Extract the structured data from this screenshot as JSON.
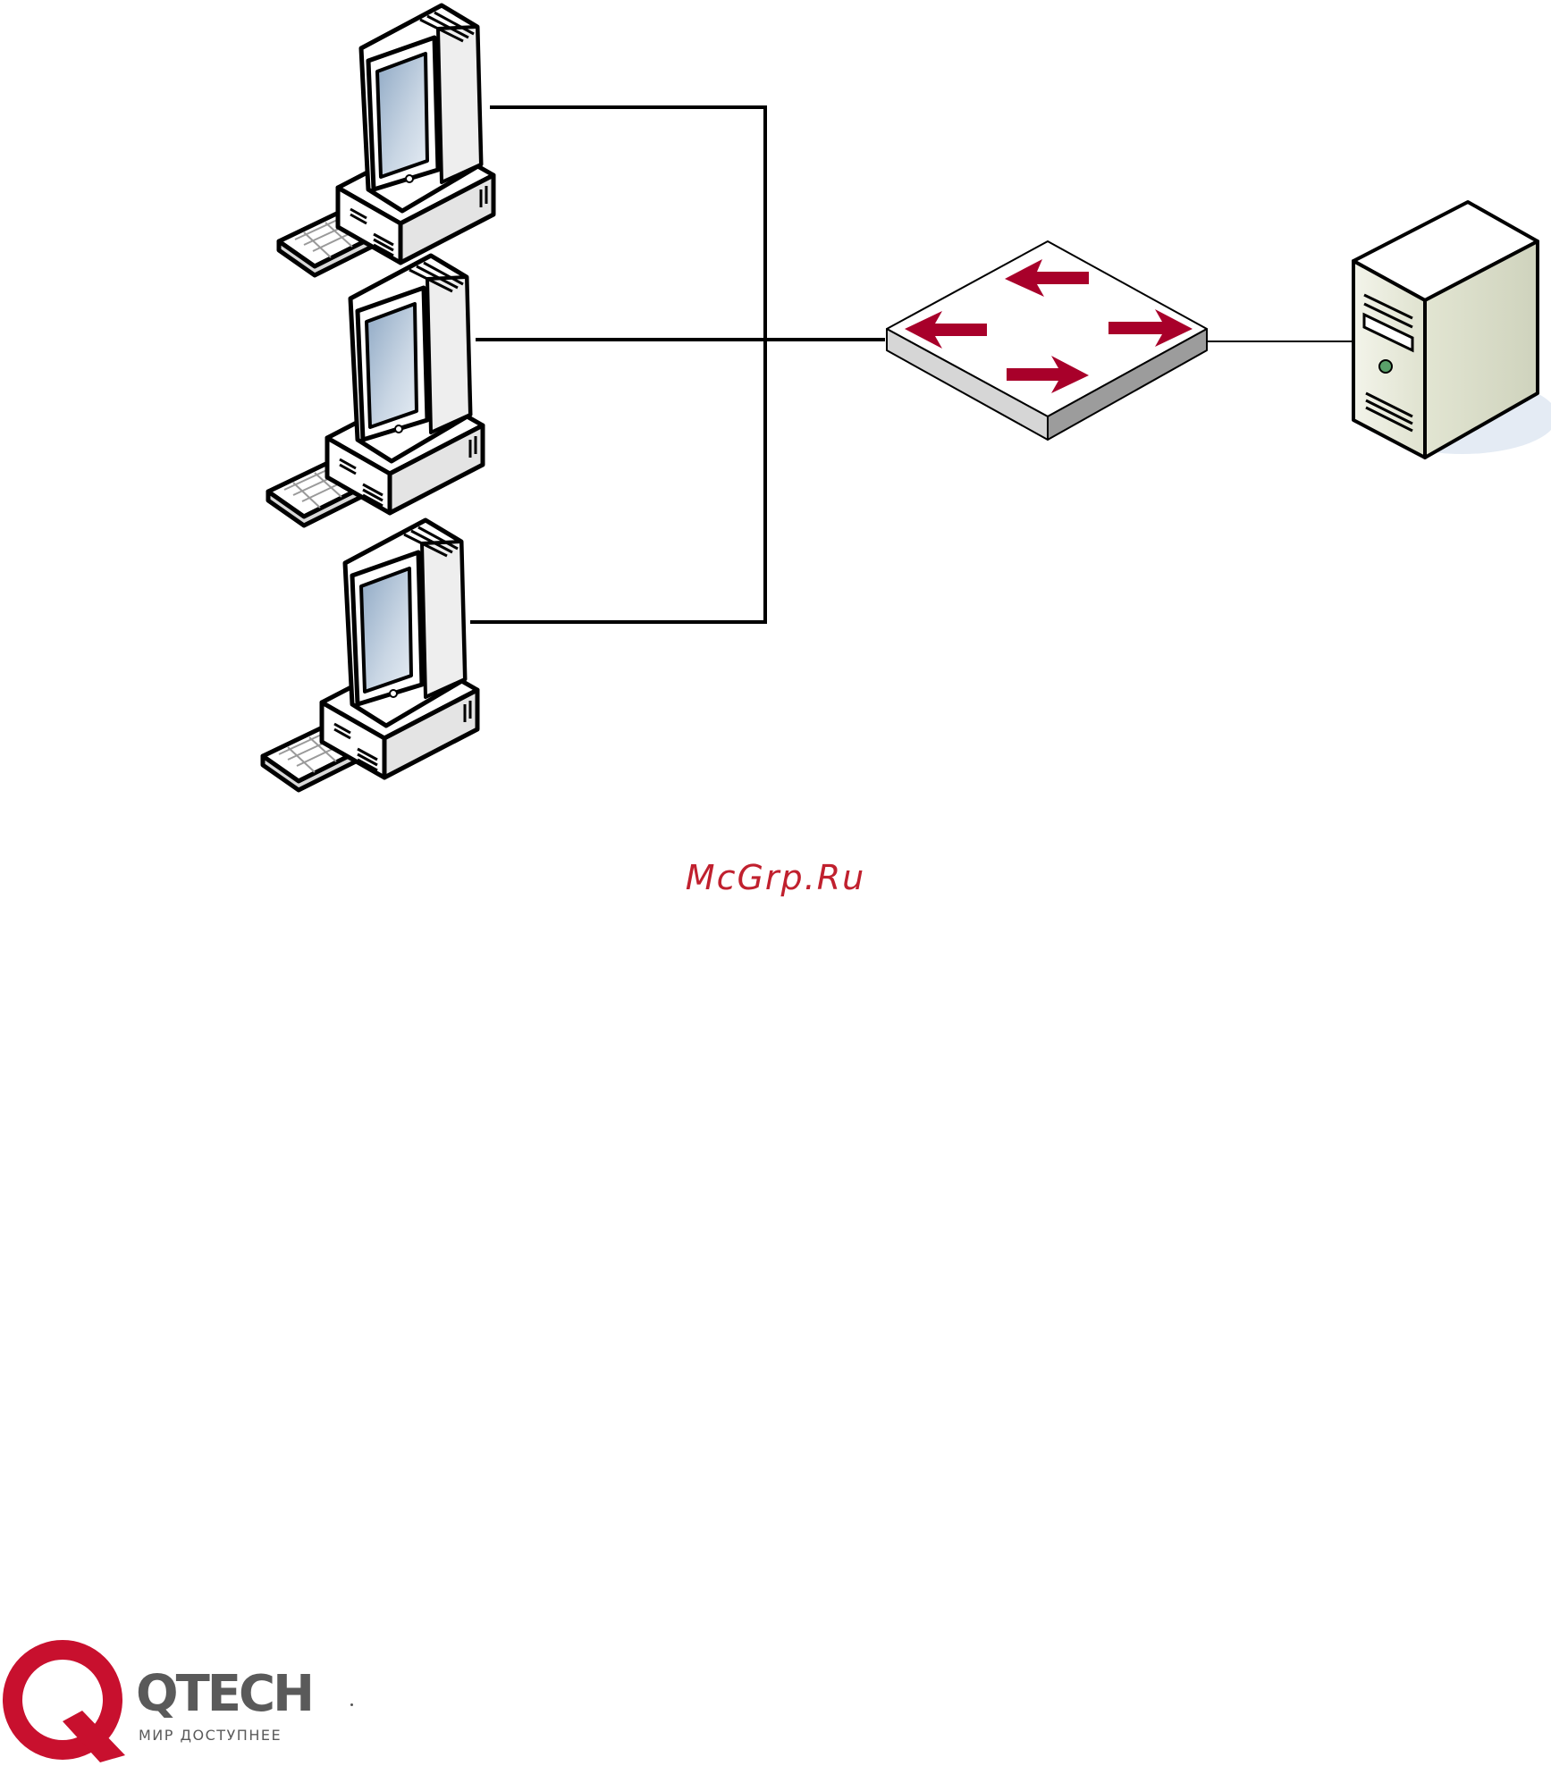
{
  "watermark": {
    "text": "McGrp.Ru",
    "color": "#c0202e"
  },
  "logo": {
    "name": "QTECH",
    "tagline": "МИР ДОСТУПНЕЕ",
    "ring_color": "#c8102e",
    "text_color": "#5a5a5a"
  },
  "diagram": {
    "nodes": [
      {
        "id": "pc-1",
        "type": "workstation-icon"
      },
      {
        "id": "pc-2",
        "type": "workstation-icon"
      },
      {
        "id": "pc-3",
        "type": "workstation-icon"
      },
      {
        "id": "switch",
        "type": "switch-icon"
      },
      {
        "id": "server",
        "type": "server-icon"
      }
    ],
    "edges": [
      {
        "from": "pc-1",
        "to": "switch"
      },
      {
        "from": "pc-2",
        "to": "switch"
      },
      {
        "from": "pc-3",
        "to": "switch"
      },
      {
        "from": "switch",
        "to": "server"
      }
    ],
    "arrow_color": "#a8002a",
    "screen_color": "#b8c8d8",
    "server_color": "#e8ebdc"
  }
}
